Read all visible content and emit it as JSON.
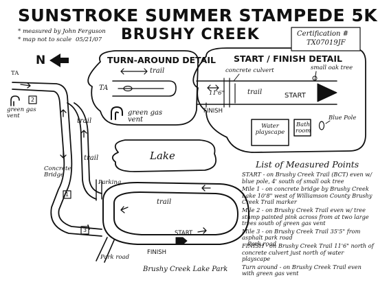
{
  "title": "SUNSTROKE SUMMER STAMPEDE 5K",
  "subtitle": "BRUSHY CREEK",
  "notes": {
    "measured_by": "* measured by John Ferguson",
    "date": "05/21/07",
    "not_to_scale": "* map not to scale"
  },
  "certification": {
    "label": "Certification #",
    "number": "TX07019JF"
  },
  "north_label": "N",
  "turnaround_detail": {
    "title": "TURN-AROUND DETAIL",
    "trail": "trail",
    "ta": "TA",
    "gas_vent": "green gas vent"
  },
  "start_finish_detail": {
    "title": "START / FINISH DETAIL",
    "concrete_culvert": "concrete culvert",
    "small_oak_tree": "small oak tree",
    "distance": "11'6\"",
    "trail": "trail",
    "start": "START",
    "finish": "FINISH",
    "blue_pole": "Blue Pole",
    "water_playscape": "Water playscape",
    "bathroom": "Bath room"
  },
  "map_labels": {
    "ta": "TA",
    "green_gas_vent": "green gas vent",
    "trail_1": "trail",
    "trail_2": "trail",
    "trail_3": "trail",
    "lake": "Lake",
    "concrete_bridge": "Concrete Bridge",
    "parking": "Parking",
    "start": "START",
    "finish": "FINISH",
    "park_road_1": "Park road",
    "park_road_2": "Park road",
    "park_name": "Brushy Creek Lake Park",
    "mile_markers": [
      "1",
      "2",
      "3"
    ]
  },
  "points": {
    "title": "List of Measured Points",
    "entries": [
      "START - on Brushy Creek Trail (BCT) even w/ blue pole, 4' south of small oak tree",
      "Mile 1 - on concrete bridge by Brushy Creek Lake 10'8\" west of Williamson County Brushy Creek Trail marker",
      "Mile 2 - on Brushy Creek Trail even w/ tree stump painted pink across from at two large trees south of green gas vent",
      "Mile 3 - on Brushy Creek Trail 35'5\" from asphalt park road",
      "FINISH - on Brushy Creek Trail 11'6\" north of concrete culvert just north of water playscape",
      "Turn around - on Brushy Creek Trail even with green gas vent"
    ]
  }
}
